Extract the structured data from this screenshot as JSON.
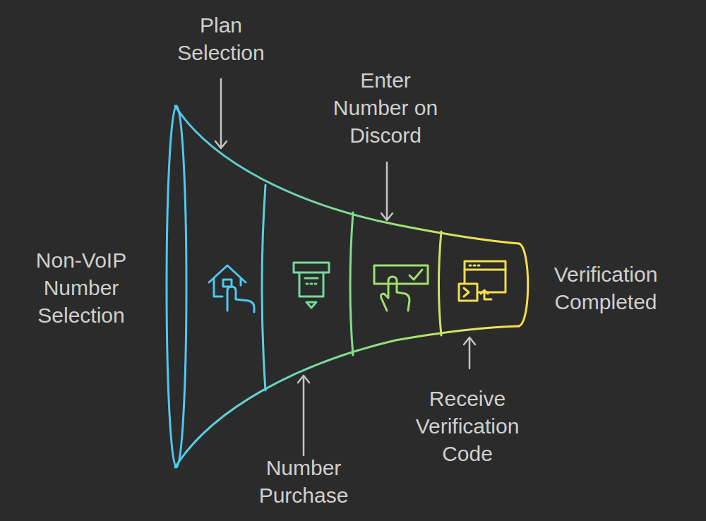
{
  "diagram": {
    "labels": [
      "Plan Selection",
      "Enter Number on Discord",
      "Non-VoIP Number Selection",
      "Verification Completed",
      "Number Purchase",
      "Receive Verification Code"
    ]
  }
}
